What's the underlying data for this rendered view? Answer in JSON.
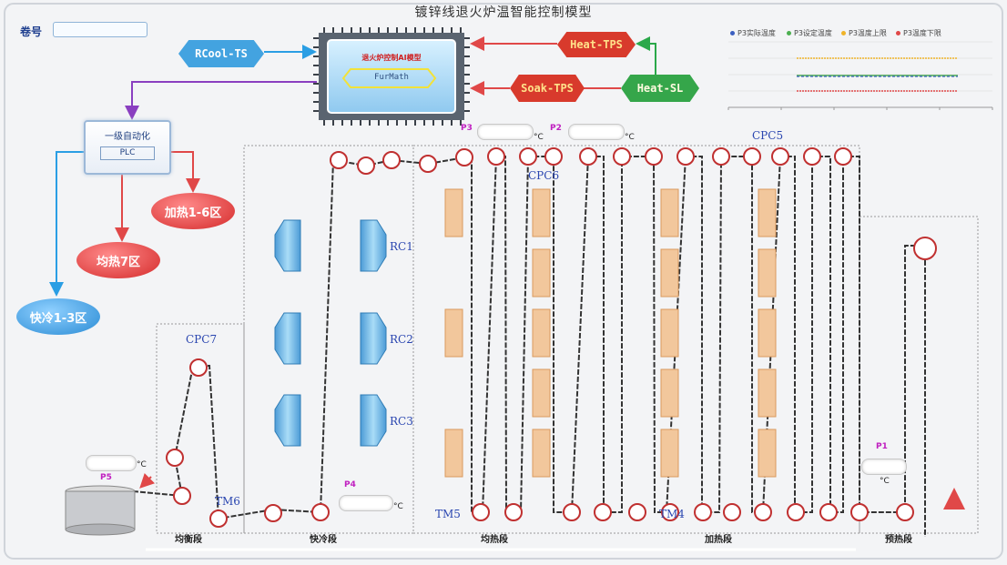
{
  "title": "镀锌线退火炉温智能控制模型",
  "coil": {
    "label": "卷号",
    "value": ""
  },
  "modules": {
    "rcool": "RCool-TS",
    "heat_tps": "Heat-TPS",
    "soak_tps": "Soak-TPS",
    "heat_sl": "Heat-SL",
    "ai_chip_title": "退火炉控制AI模型",
    "ai_chip_sub": "FurMath"
  },
  "plc": {
    "title": "一级自动化",
    "label": "PLC"
  },
  "zones": {
    "heat": "加热1-6区",
    "soak": "均热7区",
    "cool": "快冷1-3区"
  },
  "legend": [
    {
      "label": "P3实际温度",
      "color": "#3b5fc0"
    },
    {
      "label": "P3设定温度",
      "color": "#4caf50"
    },
    {
      "label": "P3温度上限",
      "color": "#f0b429"
    },
    {
      "label": "P3温度下限",
      "color": "#e04848"
    }
  ],
  "labels": {
    "cpc5": "CPC5",
    "cpc6": "CPC6",
    "cpc7": "CPC7",
    "rc1": "RC1",
    "rc2": "RC2",
    "rc3": "RC3",
    "tm4": "TM4",
    "tm5": "TM5",
    "tm6": "TM6"
  },
  "probes": {
    "p1": "P1",
    "p2": "P2",
    "p3": "P3",
    "p4": "P4",
    "p5": "P5"
  },
  "unit": "°C",
  "sections": {
    "balance": "均衡段",
    "fast_cool": "快冷段",
    "soak": "均热段",
    "heat": "加热段",
    "preheat": "预热段"
  },
  "colors": {
    "red": "#d42a2a",
    "blue": "#2a8bd4",
    "purple": "#8a3fc0",
    "green": "#2aa84a"
  }
}
